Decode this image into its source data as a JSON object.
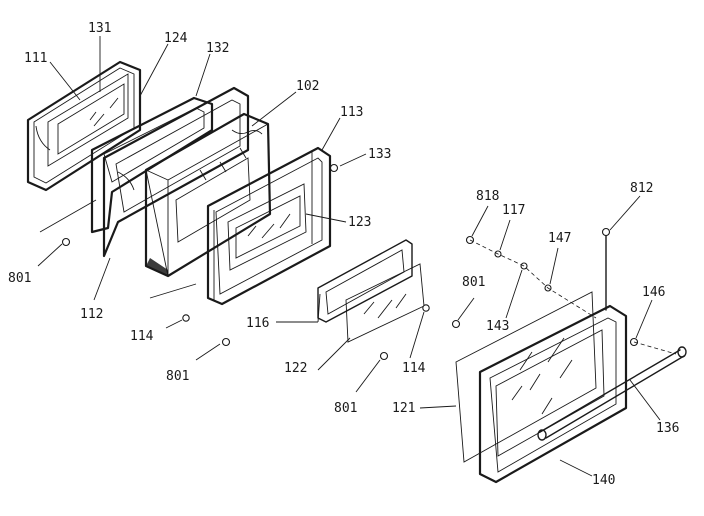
{
  "callouts": {
    "c111": "111",
    "c131": "131",
    "c124": "124",
    "c132": "132",
    "c102": "102",
    "c113": "113",
    "c133": "133",
    "c123": "123",
    "c801a": "801",
    "c112": "112",
    "c114a": "114",
    "c116": "116",
    "c801b": "801",
    "c122": "122",
    "c801c": "801",
    "c114b": "114",
    "c801d": "801",
    "c818": "818",
    "c117": "117",
    "c147": "147",
    "c143": "143",
    "c812": "812",
    "c146": "146",
    "c121": "121",
    "c136": "136",
    "c140": "140"
  },
  "icons": {
    "screw": "screw-icon",
    "glass": "glass-reflection-marks"
  }
}
